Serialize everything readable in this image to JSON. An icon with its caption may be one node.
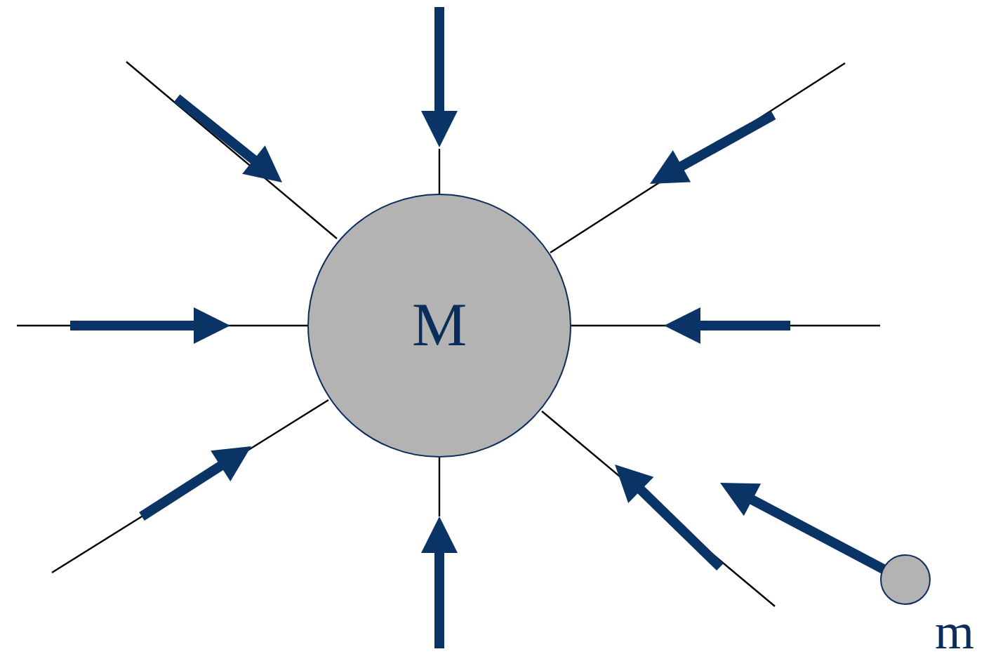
{
  "diagram": {
    "nodes": [
      {
        "text": [
          "M"
        ]
      },
      {
        "text": [],
        "shape": "circle",
        "beside": [
          "m"
        ]
      }
    ]
  }
}
